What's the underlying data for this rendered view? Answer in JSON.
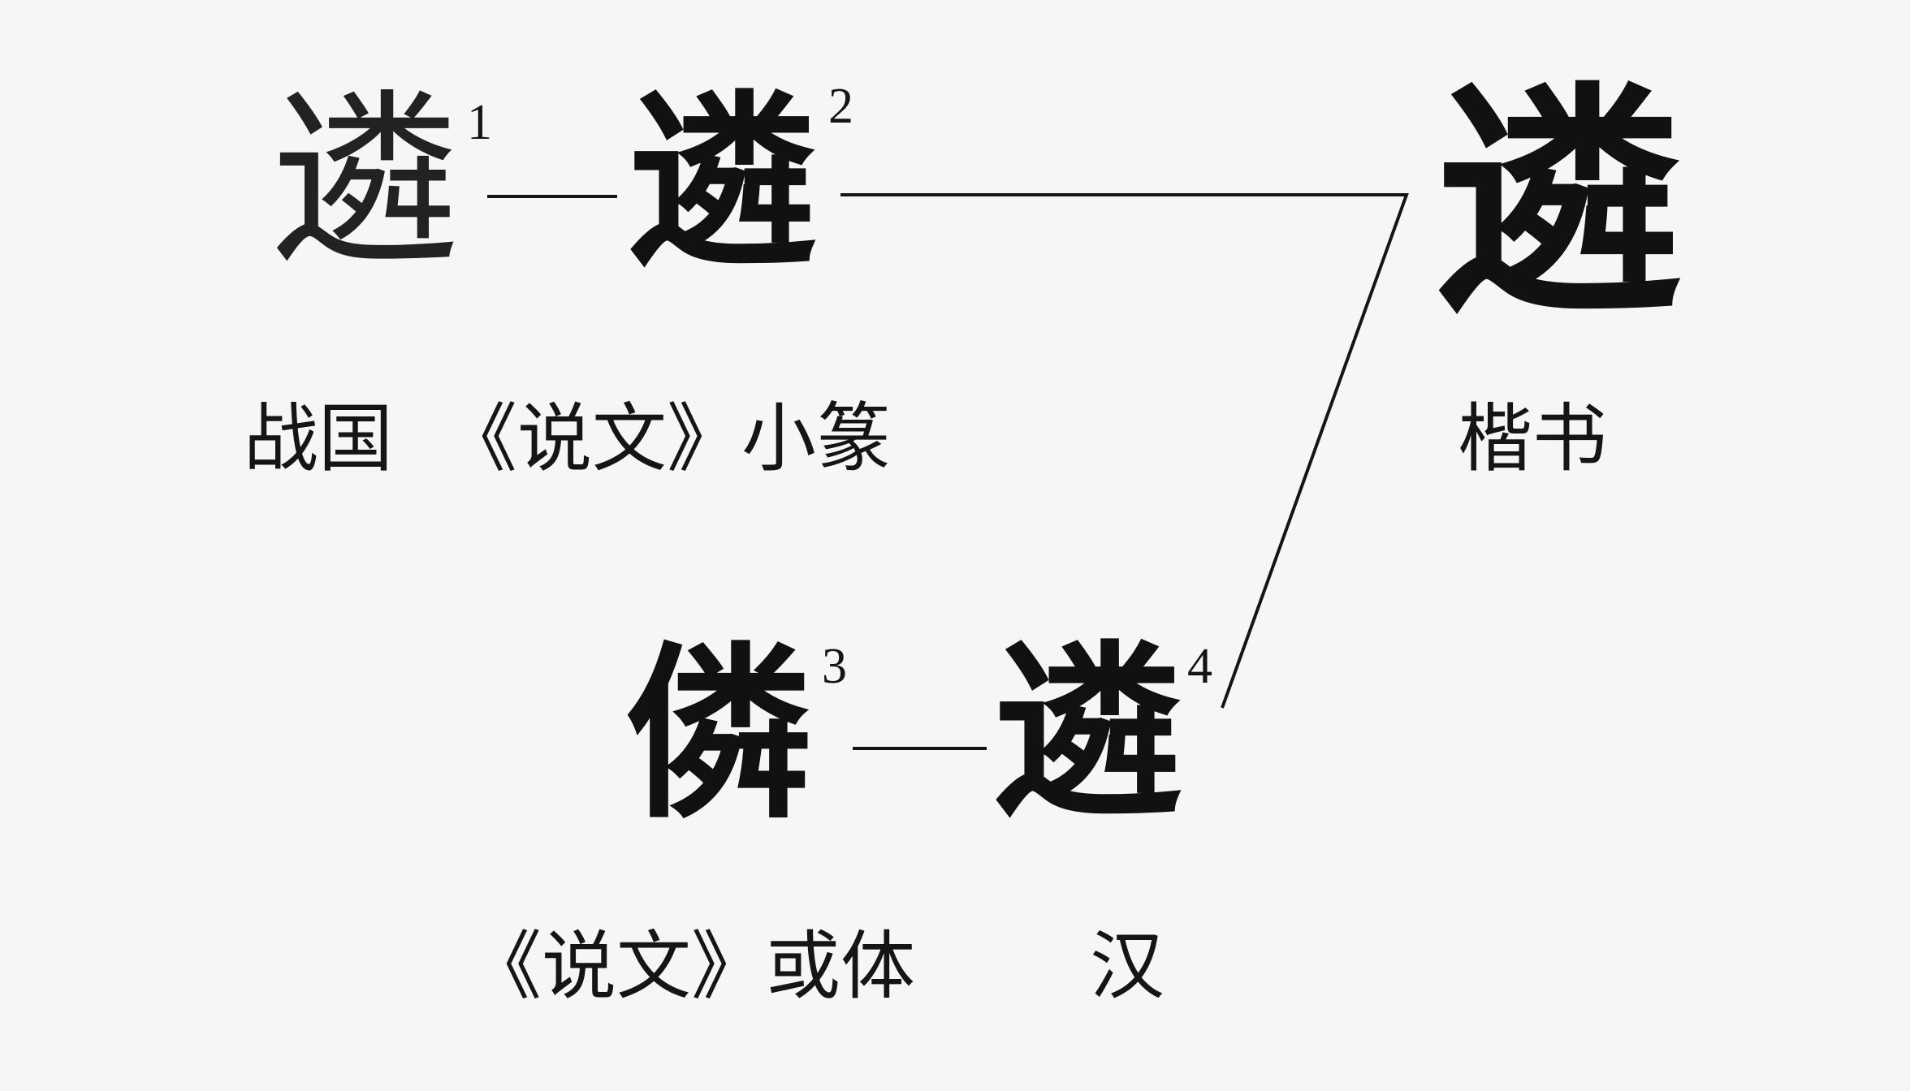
{
  "forms": [
    {
      "index": "1",
      "glyph": "遴",
      "period": "战国"
    },
    {
      "index": "2",
      "glyph": "遴",
      "period": "《说文》小篆"
    },
    {
      "index": "3",
      "glyph": "僯",
      "period": "《说文》或体"
    },
    {
      "index": "4",
      "glyph": "遴",
      "period": "汉"
    }
  ],
  "modern": {
    "glyph": "遴",
    "label": "楷书"
  },
  "colors": {
    "ink": "#151515",
    "background": "#f6f6f4"
  }
}
